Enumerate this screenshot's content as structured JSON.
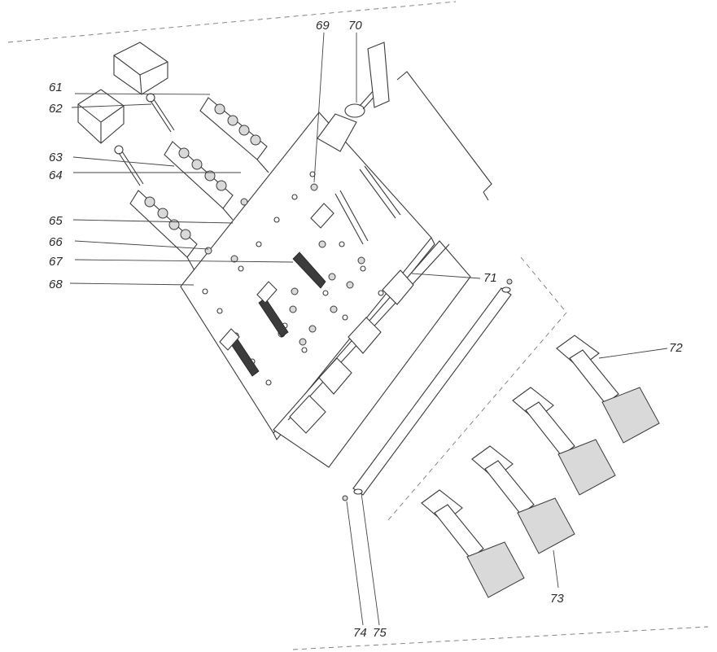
{
  "callouts": {
    "c61": "61",
    "c62": "62",
    "c63": "63",
    "c64": "64",
    "c65": "65",
    "c66": "66",
    "c67": "67",
    "c68": "68",
    "c69": "69",
    "c70": "70",
    "c71": "71",
    "c72": "72",
    "c73": "73",
    "c74": "74",
    "c75": "75"
  }
}
